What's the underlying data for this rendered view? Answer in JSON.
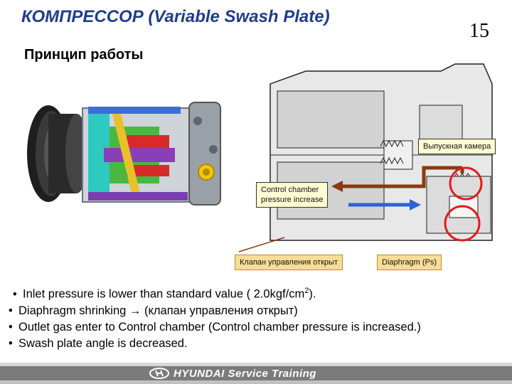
{
  "title": "КОМПРЕССОР (Variable Swash Plate)",
  "slide_number": "15",
  "subtitle": "Принцип работы",
  "labels": {
    "discharge_chamber": "Выпускная камера",
    "control_chamber": "Control chamber pressure increase",
    "control_line1": "Control chamber",
    "control_line2": "pressure increase",
    "valve_open": "Клапан управления открыт",
    "diaphragm": "Diaphragm (Ps)"
  },
  "bullets": [
    "Inlet pressure is lower than standard value ( 2.0kgf/cm",
    "Diaphragm shrinking → (клапан управления открыт)",
    "Outlet gas enter to Control chamber (Control chamber pressure is increased.)",
    "Swash plate angle is decreased."
  ],
  "bullet1_sup": "2",
  "bullet1_tail": ").",
  "footer": {
    "brand": "HYUNDAI Service Training"
  },
  "colors": {
    "title": "#1f3d8a",
    "arrow_brown": "#8b3a12",
    "arrow_blue": "#2f62d9",
    "highlight_circle": "#e21b1b",
    "label_bg": "#fffbd2"
  }
}
